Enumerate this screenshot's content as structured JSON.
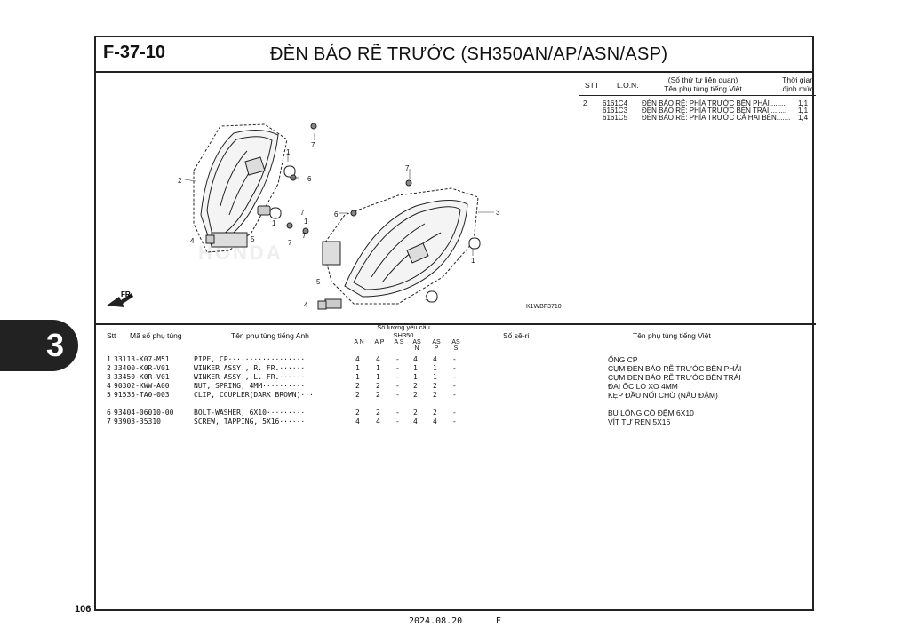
{
  "header": {
    "code": "F-37-10",
    "title": "ĐÈN BÁO RẼ TRƯỚC (SH350AN/AP/ASN/ASP)"
  },
  "figure": {
    "code": "K1WBF3710",
    "watermark": "HONDA",
    "fr_label": "FR.",
    "callouts": [
      "1",
      "1",
      "1",
      "1",
      "1",
      "2",
      "3",
      "4",
      "4",
      "5",
      "5",
      "6",
      "6",
      "7",
      "7",
      "7",
      "7",
      "7"
    ]
  },
  "ref_table": {
    "col_stt": "STT",
    "col_lon": "L.O.N.",
    "col_desc_line1": "(Số thứ tự liên quan)",
    "col_desc_line2": "Tên phụ tùng tiếng Việt",
    "col_time_line1": "Thời gian",
    "col_time_line2": "định mức",
    "rows": [
      {
        "stt": "2",
        "lon": "6161C4",
        "desc": "ĐÈN BÁO RẼ: PHÍA TRƯỚC BÊN PHẢI.........",
        "time": "1,1"
      },
      {
        "stt": "",
        "lon": "6161C3",
        "desc": "ĐÈN BÁO RẼ: PHÍA TRƯỚC BÊN TRÁI.........",
        "time": "1,1"
      },
      {
        "stt": "",
        "lon": "6161C5",
        "desc": "ĐÈN BÁO RẼ: PHÍA TRƯỚC CẢ HAI BÊN.......",
        "time": "1,4"
      }
    ]
  },
  "parts_table": {
    "col_stt": "Stt",
    "col_part_no": "Mã số phụ tùng",
    "col_name_en": "Tên phụ tùng tiếng Anh",
    "col_qty_line1": "Số lượng yêu cầu",
    "col_qty_line2": "SH350",
    "qty_cols": [
      "A N",
      "A P",
      "A S",
      "AS N",
      "AS P",
      "AS S"
    ],
    "col_serial": "Số sê-ri",
    "col_name_vn": "Tên phụ tùng tiếng Việt",
    "rows": [
      {
        "stt": "1",
        "part_no": "33113-K07-M51",
        "name_en": "PIPE, CP",
        "qty": [
          "4",
          "4",
          "-",
          "4",
          "4",
          "-"
        ],
        "name_vn": "ỐNG CP"
      },
      {
        "stt": "2",
        "part_no": "33400-K0R-V01",
        "name_en": "WINKER ASSY., R. FR.",
        "qty": [
          "1",
          "1",
          "-",
          "1",
          "1",
          "-"
        ],
        "name_vn": "CỤM ĐÈN BÁO RẼ TRƯỚC BÊN PHẢI"
      },
      {
        "stt": "3",
        "part_no": "33450-K0R-V01",
        "name_en": "WINKER ASSY., L. FR.",
        "qty": [
          "1",
          "1",
          "-",
          "1",
          "1",
          "-"
        ],
        "name_vn": "CỤM ĐÈN BÁO RẼ TRƯỚC BÊN TRÁI"
      },
      {
        "stt": "4",
        "part_no": "90302-KWW-A00",
        "name_en": "NUT, SPRING, 4MM",
        "qty": [
          "2",
          "2",
          "-",
          "2",
          "2",
          "-"
        ],
        "name_vn": "ĐAI ỐC LÒ XO 4MM"
      },
      {
        "stt": "5",
        "part_no": "91535-TA0-003",
        "name_en": "CLIP, COUPLER(DARK BROWN)",
        "qty": [
          "2",
          "2",
          "-",
          "2",
          "2",
          "-"
        ],
        "name_vn": "KẸP ĐẦU NỐI CHỜ (NÂU ĐẬM)"
      },
      {
        "stt": "6",
        "part_no": "93404-06010-00",
        "name_en": "BOLT-WASHER, 6X10",
        "qty": [
          "2",
          "2",
          "-",
          "2",
          "2",
          "-"
        ],
        "name_vn": "BU LÔNG CÓ ĐỆM 6X10"
      },
      {
        "stt": "7",
        "part_no": "93903-35310",
        "name_en": "SCREW, TAPPING, 5X16",
        "qty": [
          "4",
          "4",
          "-",
          "4",
          "4",
          "-"
        ],
        "name_vn": "VÍT TỰ REN 5X16"
      }
    ]
  },
  "section_tab": "3",
  "footer": {
    "page": "106",
    "date": "2024.08.20",
    "edition": "E"
  }
}
